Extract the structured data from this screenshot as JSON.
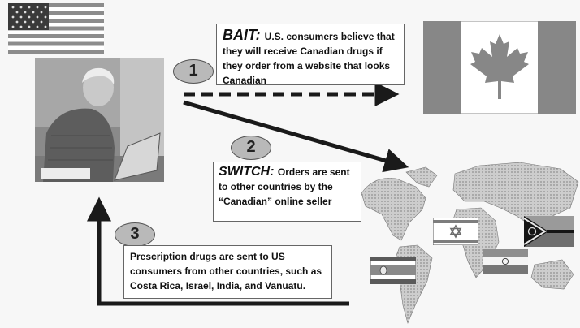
{
  "steps": [
    {
      "number": "1",
      "heading": "BAIT:",
      "text": "U.S. consumers believe that they will receive Canadian drugs if they order from a website that looks Canadian"
    },
    {
      "number": "2",
      "heading": "SWITCH:",
      "text": "Orders are sent to other countries by the “Canadian” online seller"
    },
    {
      "number": "3",
      "heading": "",
      "text": "Prescription drugs are sent to US consumers from other countries, such as Costa Rica, Israel, India, and Vanuatu."
    }
  ],
  "colors": {
    "arrow": "#1a1a1a",
    "badge": "#b9b9b9",
    "box_border": "#666666"
  },
  "icons": [
    "us-flag",
    "canada-flag",
    "world-map",
    "person-photo",
    "israel-flag",
    "vanuatu-flag",
    "india-flag",
    "costa-rica-flag"
  ]
}
